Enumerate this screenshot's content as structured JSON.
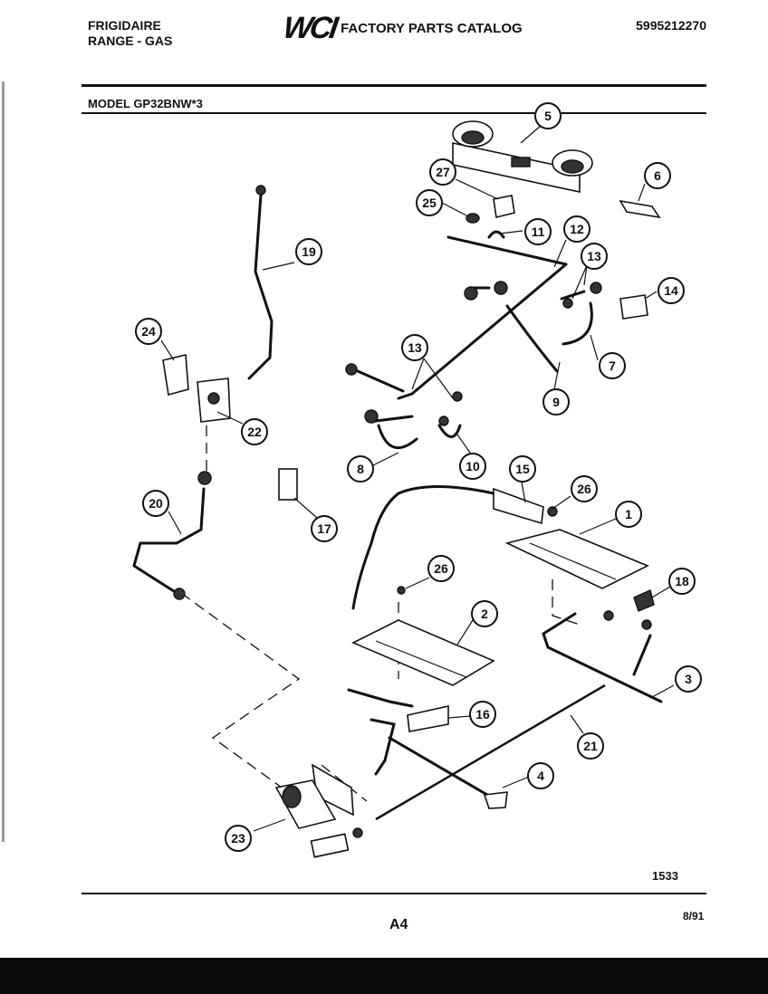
{
  "header": {
    "brand_line1": "FRIGIDAIRE",
    "brand_line2": "RANGE - GAS",
    "logo": "WCI",
    "catalog_title": "FACTORY PARTS CATALOG",
    "part_number": "5995212270",
    "model": "MODEL GP32BNW*3"
  },
  "footer": {
    "figure_number": "1533",
    "page_label": "A4",
    "date": "8/91"
  },
  "callouts": [
    "1",
    "2",
    "3",
    "4",
    "5",
    "6",
    "7",
    "8",
    "9",
    "10",
    "11",
    "12",
    "13",
    "13",
    "14",
    "15",
    "16",
    "17",
    "18",
    "19",
    "20",
    "21",
    "22",
    "23",
    "24",
    "25",
    "26",
    "26",
    "27"
  ]
}
